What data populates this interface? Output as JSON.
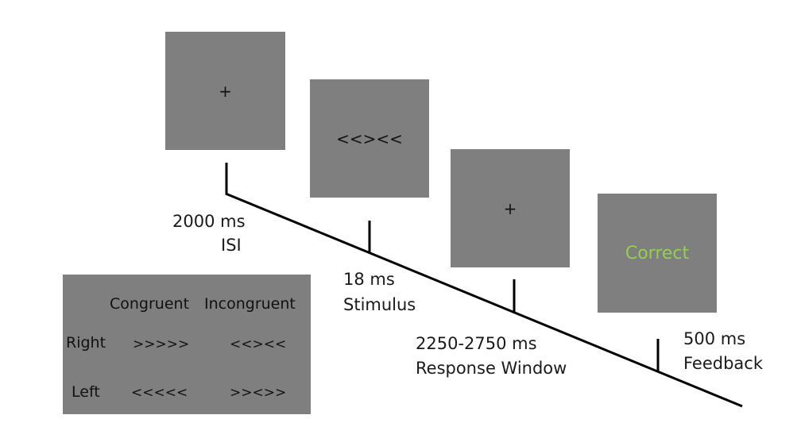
{
  "screens": [
    {
      "content": "+"
    },
    {
      "content": "<<><<"
    },
    {
      "content": "+"
    },
    {
      "content": "Correct"
    }
  ],
  "labels": [
    {
      "duration": "2000 ms",
      "event": "ISI"
    },
    {
      "duration": "18 ms",
      "event": "Stimulus"
    },
    {
      "duration": "2250-2750 ms",
      "event": "Response Window"
    },
    {
      "duration": "500 ms",
      "event": "Feedback"
    }
  ],
  "legend": {
    "col_congruent": "Congruent",
    "col_incongruent": "Incongruent",
    "row_right": "Right",
    "row_left": "Left",
    "right_congruent": ">>>>>",
    "right_incongruent": "<<><<",
    "left_congruent": "<<<<<",
    "left_incongruent": ">><>>"
  },
  "colors": {
    "screen_gray": "#7f7f7f",
    "feedback_green": "#92d050",
    "timeline": "#000000"
  }
}
